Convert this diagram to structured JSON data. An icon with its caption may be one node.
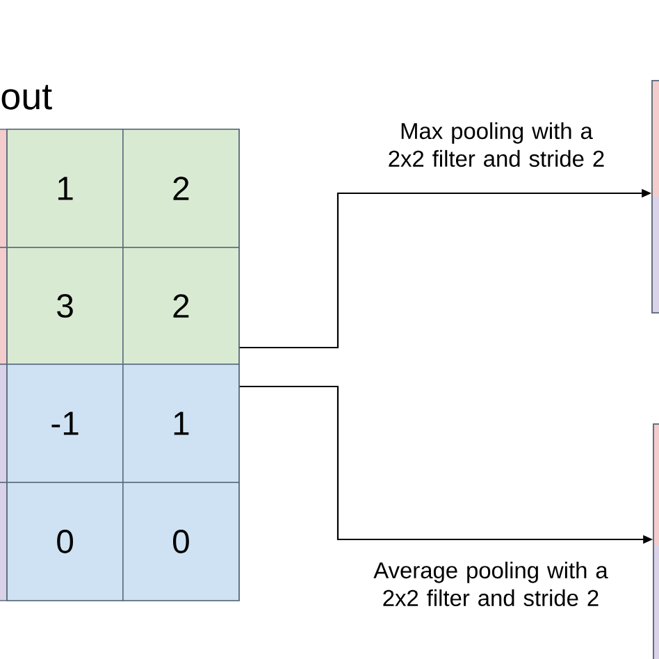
{
  "diagram": {
    "nodes": [
      {
        "text": [],
        "shape": "box"
      },
      {
        "text": [
          "1"
        ],
        "in": 0
      },
      {
        "text": [
          "2"
        ],
        "in": 0
      },
      {
        "text": [
          "3"
        ],
        "in": 0
      },
      {
        "text": [
          "2"
        ],
        "in": 0
      },
      {
        "text": [
          "-1"
        ],
        "in": 0
      },
      {
        "text": [
          "1"
        ],
        "in": 0
      },
      {
        "text": [
          "0"
        ],
        "in": 0
      },
      {
        "text": [
          "0"
        ],
        "in": 0
      },
      {
        "text": [],
        "shape": "box"
      },
      {
        "text": [],
        "shape": "box"
      }
    ],
    "edges": [
      {
        "from": 0,
        "to": 9,
        "arrow": "to",
        "label": "Max pooling with a 2x2 filter and stride 2"
      },
      {
        "from": 0,
        "to": 10,
        "arrow": "to",
        "label": "Average pooling with a 2x2 filter and stride 2"
      }
    ],
    "labels": [
      "out"
    ]
  }
}
